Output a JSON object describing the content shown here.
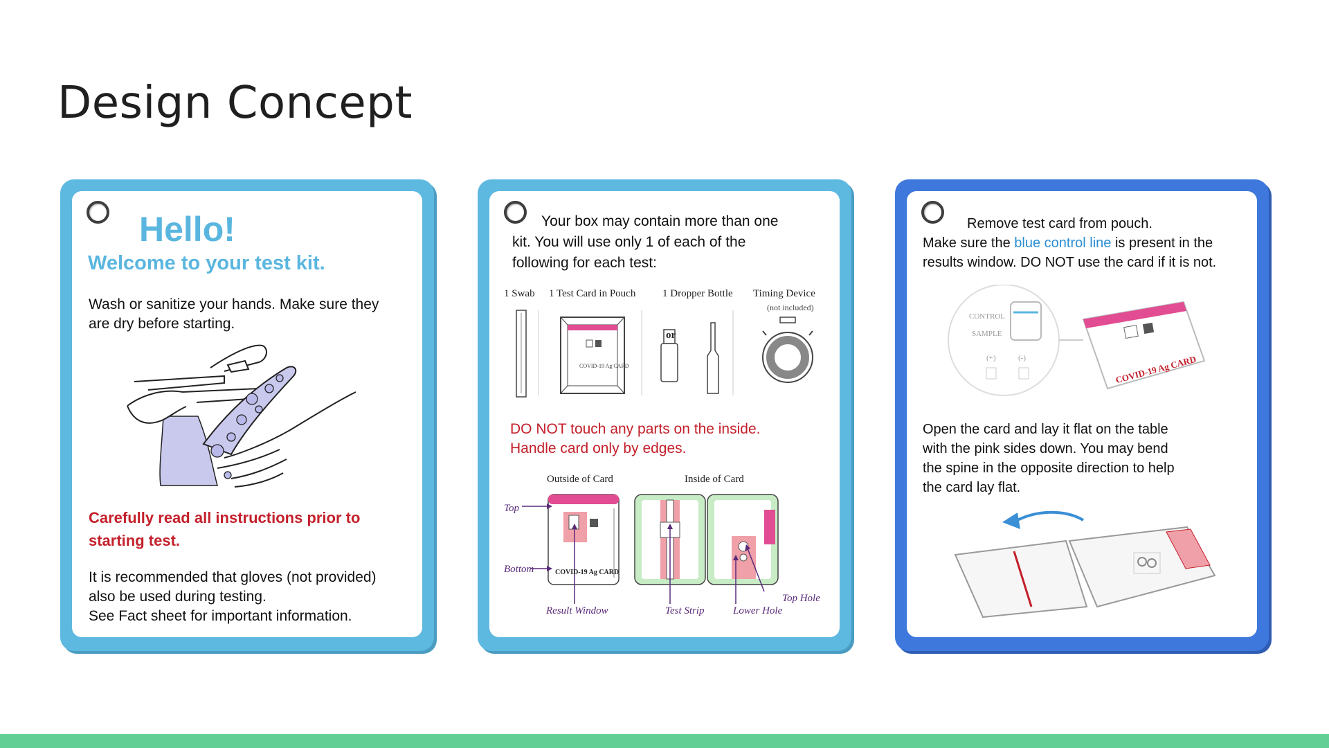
{
  "page_title": "Design Concept",
  "colors": {
    "accent_light_blue": "#5eb9e0",
    "accent_dark_blue": "#3f78dc",
    "warning_red": "#c4202b",
    "bottom_bar_green": "#62cf95"
  },
  "card1": {
    "hello": "Hello!",
    "welcome": "Welcome to your test kit.",
    "wash_line1": "Wash or sanitize your hands. Make sure they",
    "wash_line2": "are dry before starting.",
    "illustration": "hand-washing-illustration",
    "warning_line1": "Carefully read all instructions prior to",
    "warning_line2": "starting test.",
    "note_line1": "It is recommended that gloves (not provided)",
    "note_line2": "also be used during testing.",
    "note_line3": "See Fact sheet for important information."
  },
  "card2": {
    "intro_line1": "Your box may contain more than one",
    "intro_line2": "kit. You will use only 1 of each of the",
    "intro_line3": "following for each test:",
    "items": [
      {
        "label": "1 Swab"
      },
      {
        "label": "1 Test Card in Pouch"
      },
      {
        "label": "1 Dropper Bottle"
      },
      {
        "label": "Timing Device",
        "sublabel": "(not included)"
      }
    ],
    "or_label": "or",
    "pouch_text": "COVID-19 Ag CARD",
    "warning_line1": "DO NOT touch any parts on the inside.",
    "warning_line2": "Handle card only by edges.",
    "outside_title": "Outside of Card",
    "inside_title": "Inside of Card",
    "callouts": {
      "top": "Top",
      "bottom": "Bottom",
      "result_window": "Result Window",
      "test_strip": "Test Strip",
      "lower_hole": "Lower Hole",
      "top_hole": "Top Hole"
    },
    "card_brand": "COVID-19 Ag CARD"
  },
  "card3": {
    "line1": "Remove test card from pouch.",
    "line2_pre": "Make sure the ",
    "line2_link": "blue control line",
    "line2_post": " is present in the",
    "line3": "results window. DO NOT use the card if it is not.",
    "control_label": "CONTROL",
    "sample_label": "SAMPLE",
    "plus_label": "(+)",
    "minus_label": "(-)",
    "card_brand": "COVID-19 Ag CARD",
    "open_line1": "Open the card and lay it flat on the table",
    "open_line2": "with the pink sides down. You may bend",
    "open_line3": "the spine in the opposite direction to help",
    "open_line4": "the card lay flat."
  }
}
